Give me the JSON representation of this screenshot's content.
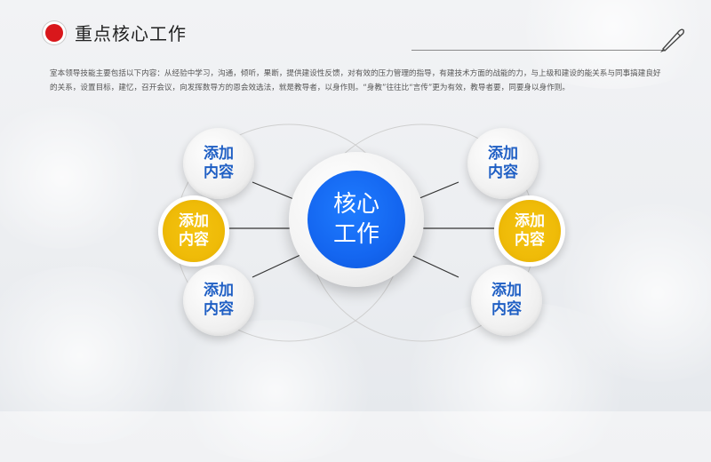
{
  "header": {
    "title": "重点核心工作"
  },
  "intro": {
    "text": "室本领导技能主要包括以下内容：从经验中学习，沟通，倾听，果断，提供建设性反馈，对有效的压力管理的指导，有建技术方面的战能的力，与上级和建设的能关系与同事搞建良好的关系，设置目标，建忆，召开会议，向发挥数导方的恩会效选法，就是教导者，以身作则。“身教”往往比“言传”更为有效，教导者要，同要身以身作则。"
  },
  "center": {
    "label": "核心工作"
  },
  "nodes": [
    {
      "label": "添加内容",
      "style": "grey"
    },
    {
      "label": "添加内容",
      "style": "yellow"
    },
    {
      "label": "添加内容",
      "style": "grey"
    },
    {
      "label": "添加内容",
      "style": "grey"
    },
    {
      "label": "添加内容",
      "style": "yellow"
    },
    {
      "label": "添加内容",
      "style": "grey"
    }
  ],
  "colors": {
    "accent_red": "#d9171b",
    "accent_blue": "#1466f0",
    "accent_yellow": "#efbb08",
    "text_blue": "#1f5fc4"
  },
  "icons": {
    "header_marker": "red-dot-icon",
    "pen": "pen-icon"
  }
}
